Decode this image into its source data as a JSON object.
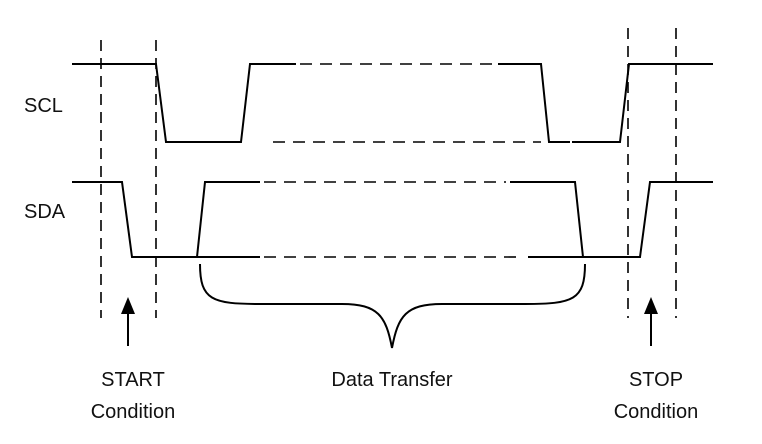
{
  "signals": {
    "scl": "SCL",
    "sda": "SDA"
  },
  "labels": {
    "start_line1": "START",
    "start_line2": "Condition",
    "data_transfer": "Data Transfer",
    "stop_line1": "STOP",
    "stop_line2": "Condition"
  }
}
